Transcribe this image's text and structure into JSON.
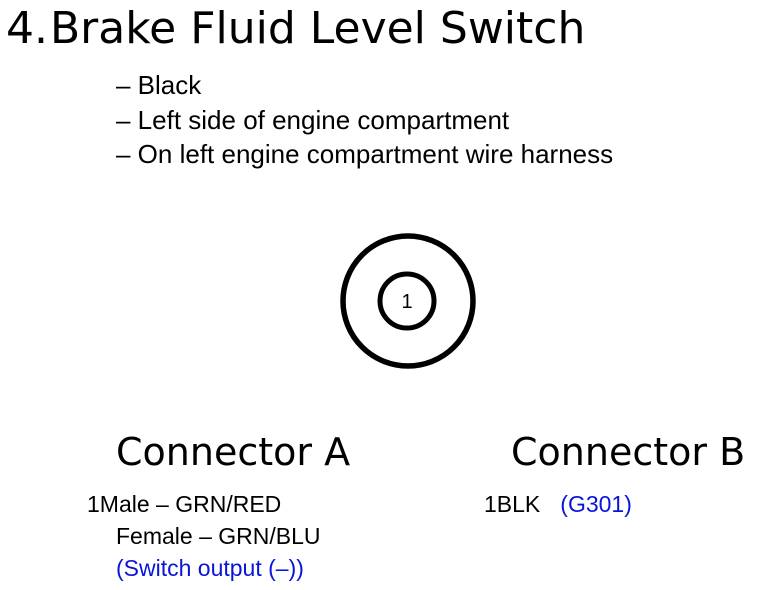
{
  "title": {
    "number": "4.",
    "text": "Brake Fluid Level Switch"
  },
  "bullets": [
    "– Black",
    "– Left side of engine compartment",
    "– On left engine compartment wire harness"
  ],
  "diagram": {
    "pin_label": "1"
  },
  "connector_a": {
    "heading": "Connector A",
    "pin_number": "1",
    "male": "Male – GRN/RED",
    "female": "Female – GRN/BLU",
    "note": "(Switch output (–))"
  },
  "connector_b": {
    "heading": "Connector B",
    "pin_number": "1",
    "wire": "BLK",
    "note": "(G301)"
  },
  "colors": {
    "text": "#000000",
    "note": "#0a14d8",
    "background": "#ffffff"
  }
}
